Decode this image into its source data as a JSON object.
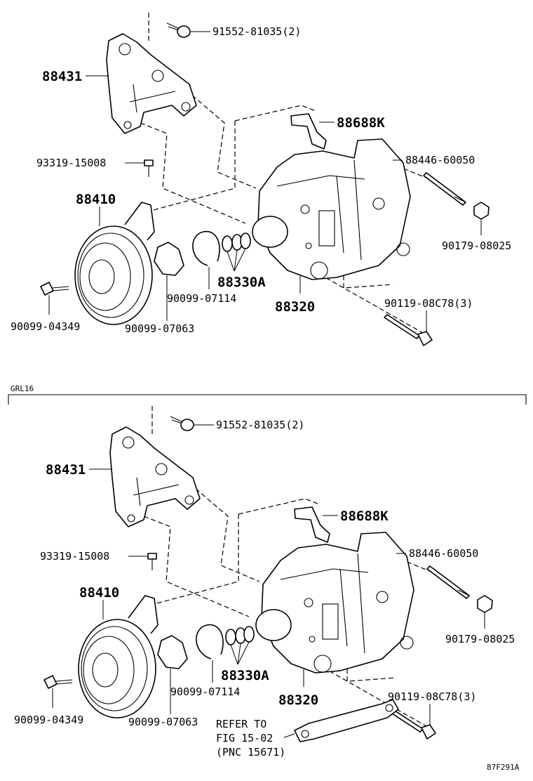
{
  "upper": {
    "labels": {
      "bolt_top": "91552-81035(2)",
      "bracket": "88431",
      "stud_88688": "88688K",
      "screw_93319": "93319-15008",
      "bolt_88446": "88446-60050",
      "clutch": "88410",
      "nut_90179": "90179-08025",
      "shim_set": "88330A",
      "snap_ring": "90099-07114",
      "compressor": "88320",
      "bolt_90119": "90119-08C78(3)",
      "bolt_04349": "90099-04349",
      "gasket_07063": "90099-07063"
    }
  },
  "section_code": "GRL16",
  "lower": {
    "labels": {
      "bolt_top": "91552-81035(2)",
      "bracket": "88431",
      "stud_88688": "88688K",
      "screw_93319": "93319-15008",
      "bolt_88446": "88446-60050",
      "clutch": "88410",
      "nut_90179": "90179-08025",
      "shim_set": "88330A",
      "snap_ring": "90099-07114",
      "compressor": "88320",
      "bolt_90119": "90119-08C78(3)",
      "bolt_04349": "90099-04349",
      "gasket_07063": "90099-07063"
    },
    "refer_note": {
      "line1": "REFER TO",
      "line2": "FIG 15-02",
      "line3": "(PNC 15671)"
    }
  },
  "figure_code": "87F291A"
}
